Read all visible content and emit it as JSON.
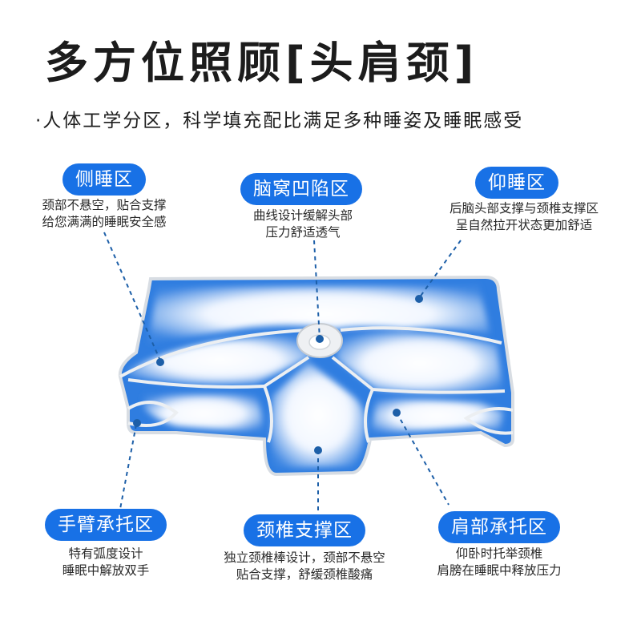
{
  "title": "多方位照顾[头肩颈]",
  "subtitle": "·人体工学分区，科学填充配比满足多种睡姿及睡眠感受",
  "zones": {
    "side": {
      "label": "侧睡区",
      "lines": [
        "颈部不悬空，贴合支撑",
        "给您满满的睡眠安全感"
      ]
    },
    "occipital": {
      "label": "脑窝凹陷区",
      "lines": [
        "曲线设计缓解头部",
        "压力舒适透气"
      ]
    },
    "supine": {
      "label": "仰睡区",
      "lines": [
        "后脑头部支撑与颈椎支撑区",
        "呈自然拉开状态更加舒适"
      ]
    },
    "arm": {
      "label": "手臂承托区",
      "lines": [
        "特有弧度设计",
        "睡眠中解放双手"
      ]
    },
    "neck": {
      "label": "颈椎支撑区",
      "lines": [
        "独立颈椎棒设计，颈部不悬空",
        "贴合支撑，舒缓颈椎酸痛"
      ]
    },
    "shoulder": {
      "label": "肩部承托区",
      "lines": [
        "仰卧时托举颈椎",
        "肩膀在睡眠中释放压力"
      ]
    }
  },
  "colors": {
    "accent": "#1871e6",
    "pillow": "#2f7de0",
    "leader": "#1d5fa8"
  }
}
